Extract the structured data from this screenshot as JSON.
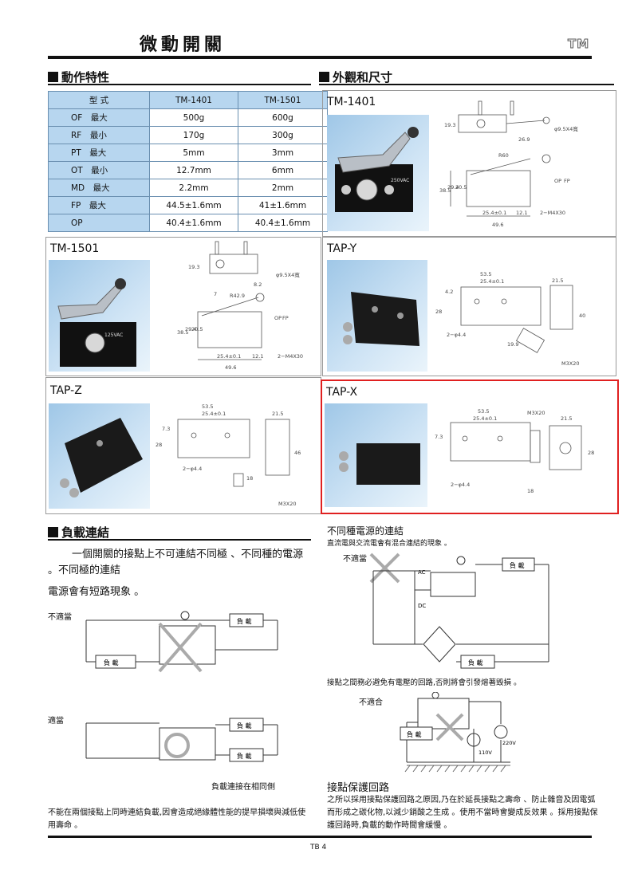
{
  "header": {
    "title": "微動開關",
    "logo": "TM"
  },
  "sections": {
    "characteristics": "動作特性",
    "appearance": "外觀和尺寸",
    "load": "負載連結"
  },
  "spec_table": {
    "columns": [
      "型 式",
      "TM-1401",
      "TM-1501"
    ],
    "rows": [
      {
        "label": "OF　最大",
        "a": "500g",
        "b": "600g"
      },
      {
        "label": "RF　最小",
        "a": "170g",
        "b": "300g"
      },
      {
        "label": "PT　最大",
        "a": "5mm",
        "b": "3mm"
      },
      {
        "label": "OT　最小",
        "a": "12.7mm",
        "b": "6mm"
      },
      {
        "label": "MD　最大",
        "a": "2.2mm",
        "b": "2mm"
      },
      {
        "label": "FP　最大",
        "a": "44.5±1.6mm",
        "b": "41±1.6mm"
      },
      {
        "label": "OP",
        "a": "40.4±1.6mm",
        "b": "40.4±1.6mm"
      }
    ]
  },
  "models": {
    "tm1401": "TM-1401",
    "tm1501": "TM-1501",
    "tapy": "TAP-Y",
    "tapz": "TAP-Z",
    "tapx": "TAP-X"
  },
  "dims": {
    "hole": "φ9.5X4寬",
    "h19": "19.3",
    "d269": "26.9",
    "r60": "R60",
    "r429": "R42.9",
    "d82": "8.2",
    "d7": "7",
    "d385": "38.5",
    "d294": "29.4",
    "d205": "20.5",
    "op": "OP",
    "fp": "FP",
    "d254": "25.4±0.1",
    "d121": "12.1",
    "m4": "2−M4X30",
    "d496": "49.6",
    "d535": "53.5",
    "d215": "21.5",
    "d42": "4.2",
    "d28": "28",
    "d24": "2−φ4.4",
    "d199": "19.9",
    "d40": "40",
    "m3": "M3X20",
    "d73": "7.3",
    "d46": "46",
    "d18": "18"
  },
  "photo": {
    "label_125vac": "125VAC",
    "label_250vac": "250VAC"
  },
  "load_text": {
    "para1": "一個開關的接點上不可連結不同極 、不同種的電源 。不同極的連結",
    "para2": "電源會有短路現象 。",
    "improper": "不適當",
    "proper": "適當",
    "load": "負 載",
    "same_side": "負載連接在相同側",
    "bottom_note": "不能在兩個接點上同時連結負載,因會造成絕緣體性能的提早損壞與減低使用壽命 。"
  },
  "right_text": {
    "diff_title": "不同種電源的連結",
    "diff_desc": "直流電與交流電會有混合連結的現象 。",
    "improper": "不適當",
    "ac": "AC",
    "dc": "DC",
    "load": "負 載",
    "note": "接點之間務必避免有電壓的回路,否則將會引發熔著毀損 。",
    "unsuitable": "不適合",
    "v110": "110V",
    "v220": "220V",
    "prot_title": "接點保護回路",
    "prot_desc": "之所以採用接點保護回路之原因,乃在於延長接點之壽命 、防止雜音及因電弧而形成之碳化物,以減少銷酸之生成 。使用不當時會變成反效果 。採用接點保護回路時,負載的動作時間會緩慢 。"
  },
  "footer": {
    "page": "TB 4"
  }
}
